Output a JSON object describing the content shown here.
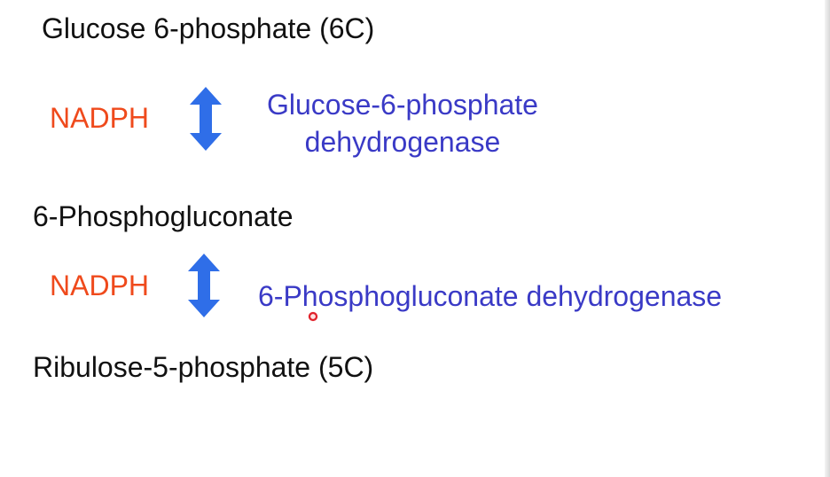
{
  "pathway": {
    "steps": [
      {
        "substrate": "Glucose 6-phosphate (6C)",
        "cofactor": "NADPH",
        "enzyme_line1": "Glucose-6-phosphate",
        "enzyme_line2": "dehydrogenase"
      },
      {
        "substrate": "6-Phosphogluconate",
        "cofactor": "NADPH",
        "enzyme_line1": "6-Phosphogluconate dehydrogenase"
      }
    ],
    "product": "Ribulose-5-phosphate (5C)"
  },
  "colors": {
    "metabolite": "#111111",
    "cofactor": "#ef4a1c",
    "enzyme": "#3a3ac6",
    "arrow": "#2f6ee8",
    "pointer": "#e0202a"
  },
  "icons": {
    "arrow": "double-headed-vertical-arrow-icon",
    "pointer": "laser-pointer-icon"
  }
}
